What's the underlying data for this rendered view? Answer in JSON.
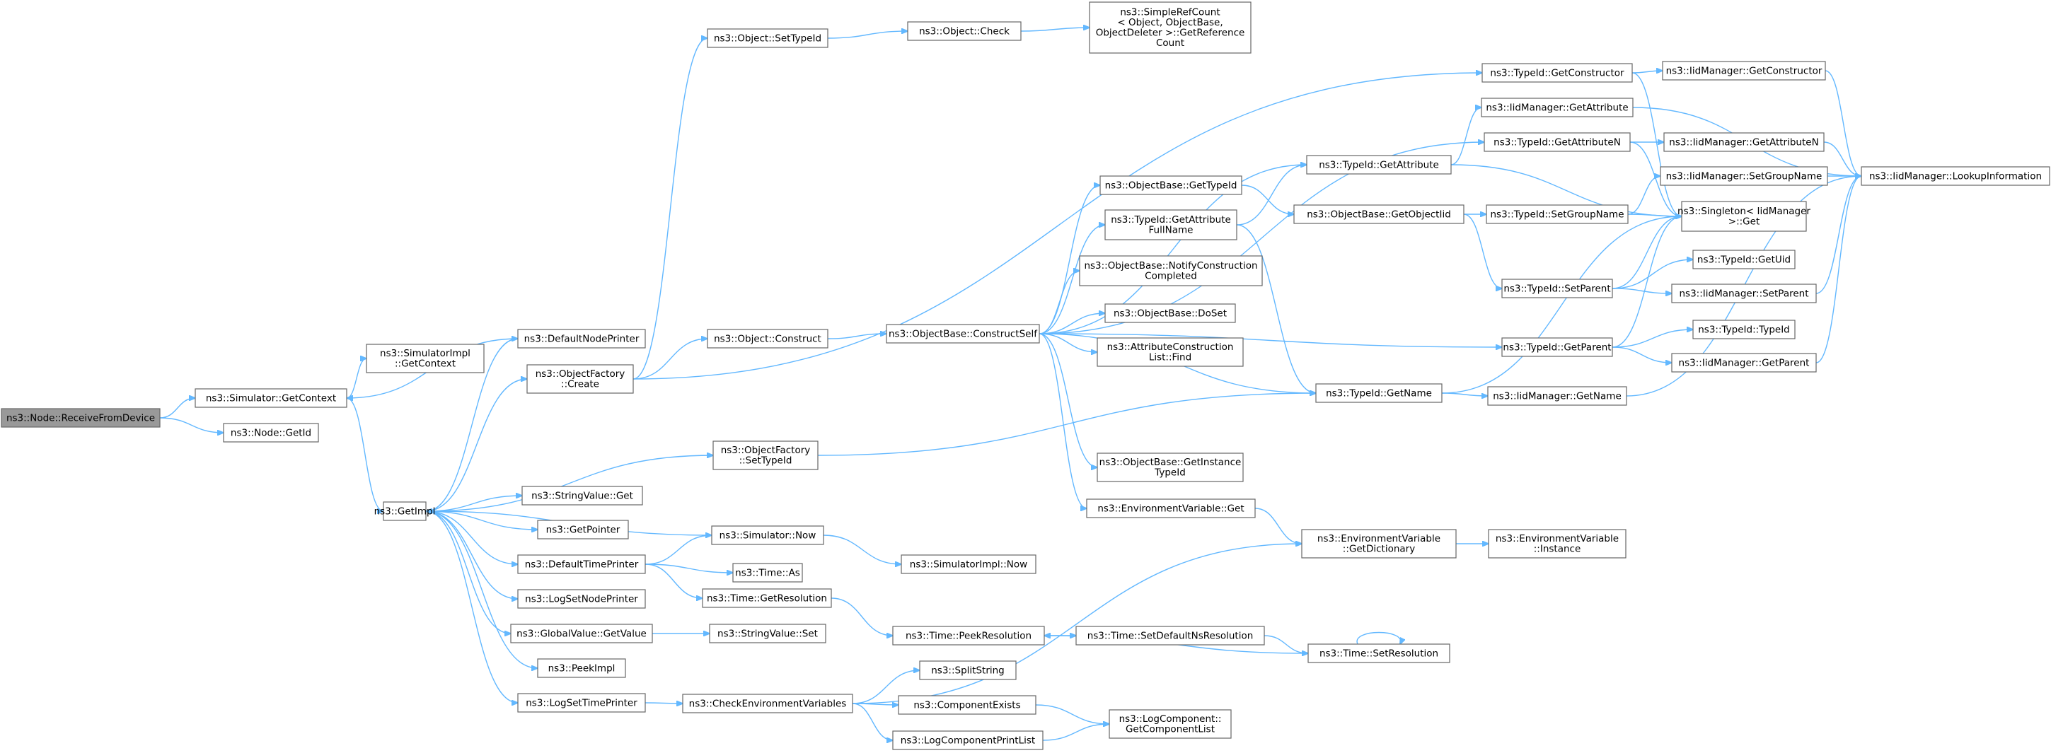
{
  "diagram": {
    "colors": {
      "edge": "#63b8ff",
      "node_border": "#666666",
      "root_fill": "#999999",
      "node_fill": "#ffffff"
    },
    "nodes": [
      {
        "id": "receive",
        "lines": [
          "ns3::Node::ReceiveFromDevice"
        ],
        "root": true
      },
      {
        "id": "getcontext",
        "lines": [
          "ns3::Simulator::GetContext"
        ]
      },
      {
        "id": "nodegetid",
        "lines": [
          "ns3::Node::GetId"
        ]
      },
      {
        "id": "simimplctx",
        "lines": [
          "ns3::SimulatorImpl",
          "::GetContext"
        ]
      },
      {
        "id": "getimpl",
        "lines": [
          "ns3::GetImpl"
        ]
      },
      {
        "id": "defaultnodeprinter",
        "lines": [
          "ns3::DefaultNodePrinter"
        ]
      },
      {
        "id": "objfactorycreate",
        "lines": [
          "ns3::ObjectFactory",
          "::Create"
        ]
      },
      {
        "id": "objfactorysettypeid",
        "lines": [
          "ns3::ObjectFactory",
          "::SetTypeId"
        ]
      },
      {
        "id": "stringvalueget",
        "lines": [
          "ns3::StringValue::Get"
        ]
      },
      {
        "id": "getpointer",
        "lines": [
          "ns3::GetPointer"
        ]
      },
      {
        "id": "defaulttimeprinter",
        "lines": [
          "ns3::DefaultTimePrinter"
        ]
      },
      {
        "id": "logsetnodeprinter",
        "lines": [
          "ns3::LogSetNodePrinter"
        ]
      },
      {
        "id": "globalvaluegetvalue",
        "lines": [
          "ns3::GlobalValue::GetValue"
        ]
      },
      {
        "id": "peekimpl",
        "lines": [
          "ns3::PeekImpl"
        ]
      },
      {
        "id": "logsettimeprinter",
        "lines": [
          "ns3::LogSetTimePrinter"
        ]
      },
      {
        "id": "objectsettypeid",
        "lines": [
          "ns3::Object::SetTypeId"
        ]
      },
      {
        "id": "objectcheck",
        "lines": [
          "ns3::Object::Check"
        ]
      },
      {
        "id": "simplerefcount",
        "lines": [
          "ns3::SimpleRefCount",
          "< Object, ObjectBase,",
          "ObjectDeleter >::GetReference",
          "Count"
        ]
      },
      {
        "id": "objectconstruct",
        "lines": [
          "ns3::Object::Construct"
        ]
      },
      {
        "id": "constructself",
        "lines": [
          "ns3::ObjectBase::ConstructSelf"
        ]
      },
      {
        "id": "simulatornow",
        "lines": [
          "ns3::Simulator::Now"
        ]
      },
      {
        "id": "timeas",
        "lines": [
          "ns3::Time::As"
        ]
      },
      {
        "id": "timegetresolution",
        "lines": [
          "ns3::Time::GetResolution"
        ]
      },
      {
        "id": "stringvalueset",
        "lines": [
          "ns3::StringValue::Set"
        ]
      },
      {
        "id": "checkenvvars",
        "lines": [
          "ns3::CheckEnvironmentVariables"
        ]
      },
      {
        "id": "simimplnow",
        "lines": [
          "ns3::SimulatorImpl::Now"
        ]
      },
      {
        "id": "timepeekresolution",
        "lines": [
          "ns3::Time::PeekResolution"
        ]
      },
      {
        "id": "splitstring",
        "lines": [
          "ns3::SplitString"
        ]
      },
      {
        "id": "componentexists",
        "lines": [
          "ns3::ComponentExists"
        ]
      },
      {
        "id": "logcomponentprintlist",
        "lines": [
          "ns3::LogComponentPrintList"
        ]
      },
      {
        "id": "obgettypeid",
        "lines": [
          "ns3::ObjectBase::GetTypeId"
        ]
      },
      {
        "id": "typeidgetattributefullname",
        "lines": [
          "ns3::TypeId::GetAttribute",
          "FullName"
        ]
      },
      {
        "id": "notifyconstruction",
        "lines": [
          "ns3::ObjectBase::NotifyConstruction",
          "Completed"
        ]
      },
      {
        "id": "obdoset",
        "lines": [
          "ns3::ObjectBase::DoSet"
        ]
      },
      {
        "id": "attrconstructionfind",
        "lines": [
          "ns3::AttributeConstruction",
          "List::Find"
        ]
      },
      {
        "id": "obgetinstancetypeid",
        "lines": [
          "ns3::ObjectBase::GetInstance",
          "TypeId"
        ]
      },
      {
        "id": "envvarget",
        "lines": [
          "ns3::EnvironmentVariable::Get"
        ]
      },
      {
        "id": "logcomponentgetlist",
        "lines": [
          "ns3::LogComponent::",
          "GetComponentList"
        ]
      },
      {
        "id": "typeidgetattribute",
        "lines": [
          "ns3::TypeId::GetAttribute"
        ]
      },
      {
        "id": "obgetobjectiid",
        "lines": [
          "ns3::ObjectBase::GetObjectIid"
        ]
      },
      {
        "id": "typeidgetname",
        "lines": [
          "ns3::TypeId::GetName"
        ]
      },
      {
        "id": "envvargetdictionary",
        "lines": [
          "ns3::EnvironmentVariable",
          "::GetDictionary"
        ]
      },
      {
        "id": "timesetdefaultns",
        "lines": [
          "ns3::Time::SetDefaultNsResolution"
        ]
      },
      {
        "id": "timesetresolution",
        "lines": [
          "ns3::Time::SetResolution"
        ]
      },
      {
        "id": "typeidgetconstructor",
        "lines": [
          "ns3::TypeId::GetConstructor"
        ]
      },
      {
        "id": "iidgetattribute",
        "lines": [
          "ns3::IidManager::GetAttribute"
        ]
      },
      {
        "id": "typeidgetattributen",
        "lines": [
          "ns3::TypeId::GetAttributeN"
        ]
      },
      {
        "id": "typeidsetgroupname",
        "lines": [
          "ns3::TypeId::SetGroupName"
        ]
      },
      {
        "id": "typeidsetparent",
        "lines": [
          "ns3::TypeId::SetParent"
        ]
      },
      {
        "id": "typeidgetparent",
        "lines": [
          "ns3::TypeId::GetParent"
        ]
      },
      {
        "id": "iidgetname",
        "lines": [
          "ns3::IidManager::GetName"
        ]
      },
      {
        "id": "envvarinstance",
        "lines": [
          "ns3::EnvironmentVariable",
          "::Instance"
        ]
      },
      {
        "id": "iidgetconstructor",
        "lines": [
          "ns3::IidManager::GetConstructor"
        ]
      },
      {
        "id": "iidgetattributen",
        "lines": [
          "ns3::IidManager::GetAttributeN"
        ]
      },
      {
        "id": "iidsetgroupname",
        "lines": [
          "ns3::IidManager::SetGroupName"
        ]
      },
      {
        "id": "singletonget",
        "lines": [
          "ns3::Singleton< IidManager",
          ">::Get"
        ]
      },
      {
        "id": "typeidgetuid",
        "lines": [
          "ns3::TypeId::GetUid"
        ]
      },
      {
        "id": "iidsetparent",
        "lines": [
          "ns3::IidManager::SetParent"
        ]
      },
      {
        "id": "typeidtypeid",
        "lines": [
          "ns3::TypeId::TypeId"
        ]
      },
      {
        "id": "iidgetparent",
        "lines": [
          "ns3::IidManager::GetParent"
        ]
      },
      {
        "id": "iidlookup",
        "lines": [
          "ns3::IidManager::LookupInformation"
        ]
      }
    ],
    "edges": [
      [
        "receive",
        "getcontext"
      ],
      [
        "receive",
        "nodegetid"
      ],
      [
        "getcontext",
        "simimplctx"
      ],
      [
        "getcontext",
        "getimpl"
      ],
      [
        "getimpl",
        "defaultnodeprinter"
      ],
      [
        "getimpl",
        "objfactorycreate"
      ],
      [
        "getimpl",
        "objfactorysettypeid"
      ],
      [
        "getimpl",
        "stringvalueget"
      ],
      [
        "getimpl",
        "getpointer"
      ],
      [
        "getimpl",
        "defaulttimeprinter"
      ],
      [
        "getimpl",
        "logsetnodeprinter"
      ],
      [
        "getimpl",
        "globalvaluegetvalue"
      ],
      [
        "getimpl",
        "peekimpl"
      ],
      [
        "getimpl",
        "logsettimeprinter"
      ],
      [
        "defaultnodeprinter",
        "getcontext"
      ],
      [
        "objfactorycreate",
        "objectsettypeid"
      ],
      [
        "objfactorycreate",
        "objectconstruct"
      ],
      [
        "objfactorycreate",
        "typeidgetconstructor"
      ],
      [
        "objectsettypeid",
        "objectcheck"
      ],
      [
        "objectcheck",
        "simplerefcount"
      ],
      [
        "objectconstruct",
        "constructself"
      ],
      [
        "objfactorysettypeid",
        "typeidgetname"
      ],
      [
        "defaulttimeprinter",
        "simulatornow"
      ],
      [
        "defaulttimeprinter",
        "timeas"
      ],
      [
        "defaulttimeprinter",
        "timegetresolution"
      ],
      [
        "simulatornow",
        "getimpl"
      ],
      [
        "simulatornow",
        "simimplnow"
      ],
      [
        "globalvaluegetvalue",
        "stringvalueset"
      ],
      [
        "logsettimeprinter",
        "checkenvvars"
      ],
      [
        "timegetresolution",
        "timepeekresolution"
      ],
      [
        "checkenvvars",
        "splitstring"
      ],
      [
        "checkenvvars",
        "componentexists"
      ],
      [
        "checkenvvars",
        "logcomponentprintlist"
      ],
      [
        "checkenvvars",
        "envvargetdictionary"
      ],
      [
        "componentexists",
        "logcomponentgetlist"
      ],
      [
        "logcomponentprintlist",
        "logcomponentgetlist"
      ],
      [
        "timepeekresolution",
        "timesetdefaultns"
      ],
      [
        "timesetdefaultns",
        "timesetresolution"
      ],
      [
        "timesetresolution",
        "timepeekresolution"
      ],
      [
        "timesetresolution",
        "timesetresolution"
      ],
      [
        "constructself",
        "obgettypeid"
      ],
      [
        "constructself",
        "typeidgetattributefullname"
      ],
      [
        "constructself",
        "notifyconstruction"
      ],
      [
        "constructself",
        "obdoset"
      ],
      [
        "constructself",
        "attrconstructionfind"
      ],
      [
        "constructself",
        "obgetinstancetypeid"
      ],
      [
        "constructself",
        "envvarget"
      ],
      [
        "constructself",
        "typeidgetattribute"
      ],
      [
        "constructself",
        "typeidgetattributen"
      ],
      [
        "constructself",
        "typeidgetname"
      ],
      [
        "constructself",
        "typeidgetparent"
      ],
      [
        "obgettypeid",
        "obgetobjectiid"
      ],
      [
        "typeidgetattributefullname",
        "typeidgetattribute"
      ],
      [
        "typeidgetattributefullname",
        "typeidgetname"
      ],
      [
        "envvarget",
        "envvargetdictionary"
      ],
      [
        "typeidgetattribute",
        "iidgetattribute"
      ],
      [
        "typeidgetattribute",
        "singletonget"
      ],
      [
        "obgetobjectiid",
        "typeidsetgroupname"
      ],
      [
        "obgetobjectiid",
        "typeidsetparent"
      ],
      [
        "typeidgetname",
        "singletonget"
      ],
      [
        "typeidgetname",
        "iidgetname"
      ],
      [
        "envvargetdictionary",
        "envvarinstance"
      ],
      [
        "typeidgetconstructor",
        "iidgetconstructor"
      ],
      [
        "typeidgetconstructor",
        "singletonget"
      ],
      [
        "iidgetattribute",
        "iidlookup"
      ],
      [
        "typeidgetattributen",
        "iidgetattributen"
      ],
      [
        "typeidgetattributen",
        "singletonget"
      ],
      [
        "typeidsetgroupname",
        "iidsetgroupname"
      ],
      [
        "typeidsetgroupname",
        "singletonget"
      ],
      [
        "typeidsetparent",
        "typeidgetuid"
      ],
      [
        "typeidsetparent",
        "iidsetparent"
      ],
      [
        "typeidsetparent",
        "singletonget"
      ],
      [
        "typeidgetparent",
        "typeidtypeid"
      ],
      [
        "typeidgetparent",
        "iidgetparent"
      ],
      [
        "typeidgetparent",
        "singletonget"
      ],
      [
        "iidgetname",
        "iidlookup"
      ],
      [
        "iidgetconstructor",
        "iidlookup"
      ],
      [
        "iidgetattributen",
        "iidlookup"
      ],
      [
        "iidsetgroupname",
        "iidlookup"
      ],
      [
        "iidsetparent",
        "iidlookup"
      ],
      [
        "iidgetparent",
        "iidlookup"
      ]
    ]
  }
}
